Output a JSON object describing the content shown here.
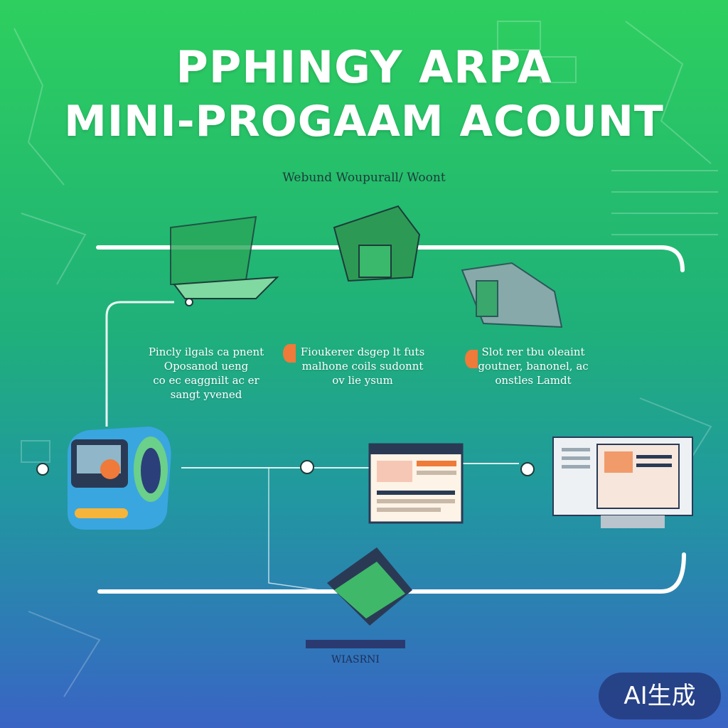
{
  "title": {
    "line1": "PPHINGY ARPA",
    "line2": "MINI-PROGAAM ACOUNT"
  },
  "subtitle": "Webund Woupurall/ Woont",
  "captions": [
    {
      "lines": [
        "Pincly ilgals ca pnent",
        "Oposanod ueng",
        "co ec eaggnilt ac er",
        "sangt yvened"
      ]
    },
    {
      "lines": [
        "Fioukerer dsgep lt futs",
        "malhone coils sudonnt",
        "ov lie ysum"
      ]
    },
    {
      "lines": [
        "Slot rer tbu oleaint",
        "goutner, banonel, ac",
        "onstles Lamdt"
      ]
    }
  ],
  "footer_label": "WIASRNI",
  "badge": "AI生成",
  "colors": {
    "accent_orange": "#ef7a3a",
    "accent_green": "#2ecf5f",
    "accent_blue": "#3a63c4",
    "line_white": "#ffffff"
  },
  "icons": [
    "laptop-icon",
    "printer-icon",
    "device-icon",
    "browser-window-icon",
    "monitor-icon",
    "stack-icon"
  ]
}
